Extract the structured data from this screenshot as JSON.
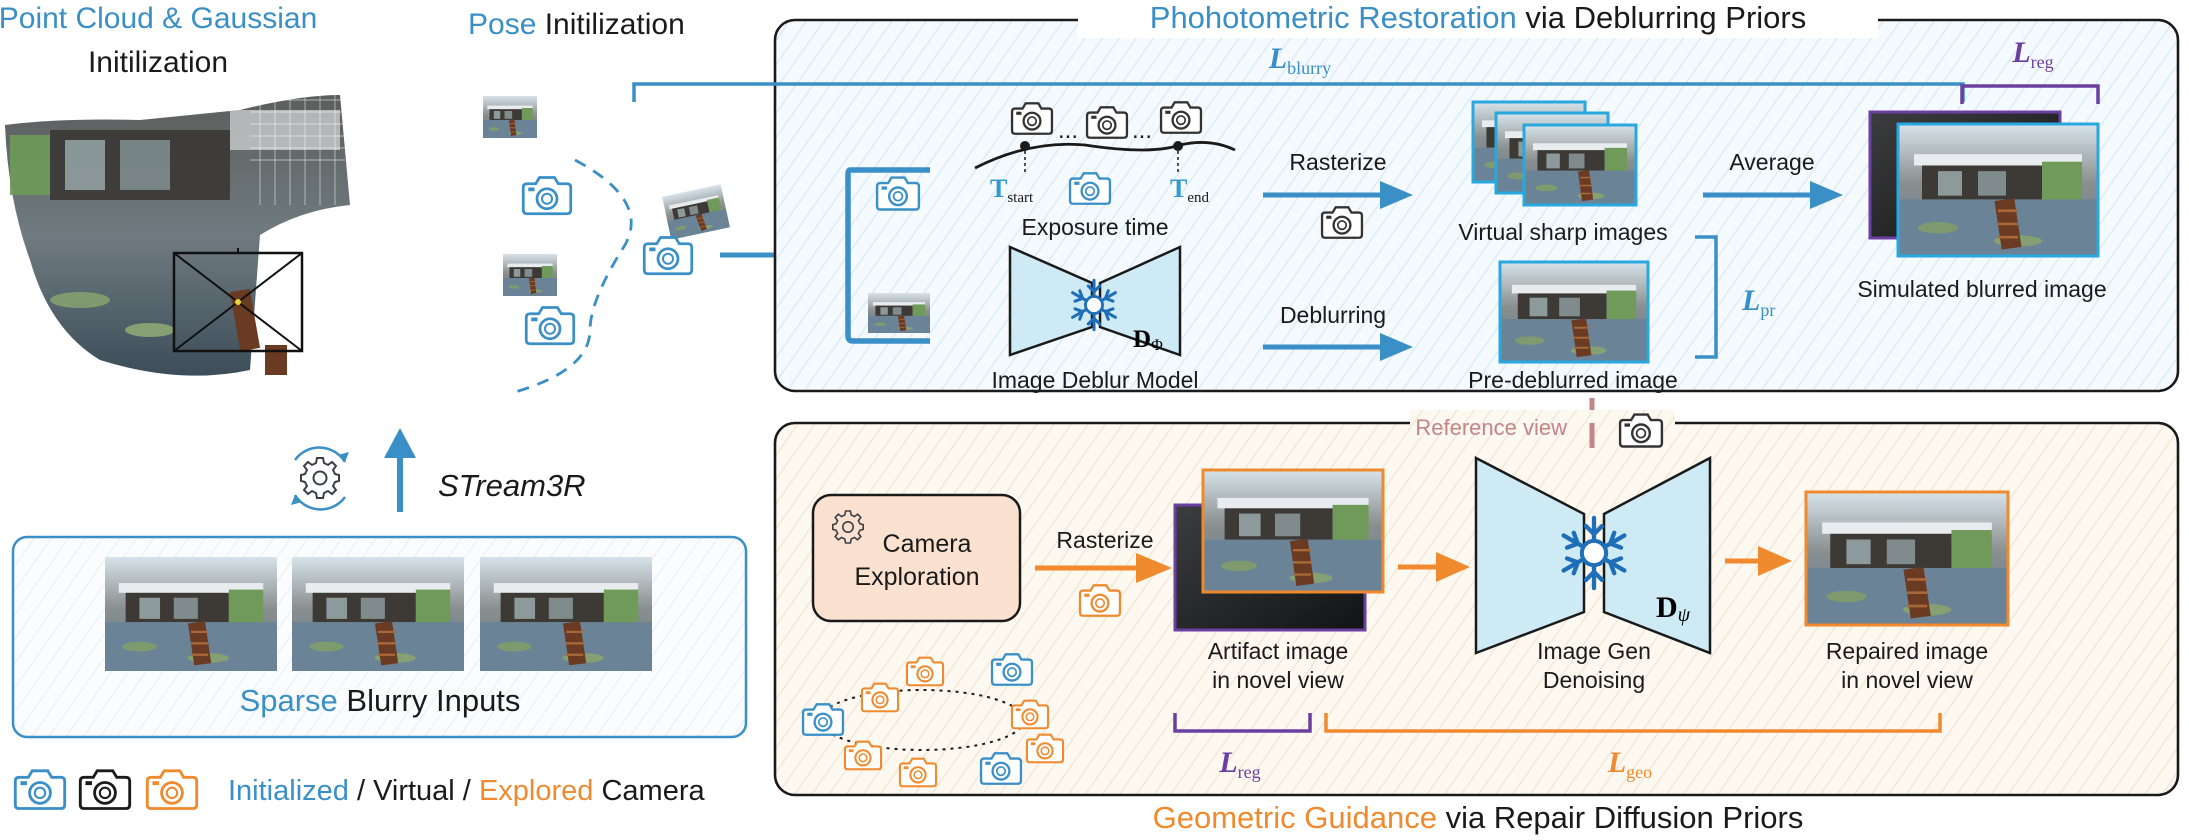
{
  "left": {
    "init_title_1a": "Point Cloud & Gaussian",
    "init_title_2": "Initilization",
    "pose_a": "Pose",
    "pose_b": " Initilization",
    "stream": "STream3R",
    "sparse_a": "Sparse",
    "sparse_b": " Blurry Inputs",
    "legend_a": "Initialized",
    "legend_b": " / Virtual / ",
    "legend_c": "Explored",
    "legend_d": " Camera"
  },
  "top": {
    "title_a": "Phohotometric Restoration",
    "title_b": " via Deblurring Priors",
    "l_blurry_main": "L",
    "l_blurry_sub": "blurry",
    "l_reg_main": "L",
    "l_reg_sub": "reg",
    "dots": "...",
    "t_start_main": "T",
    "t_start_sub": "start",
    "t_end_main": "T",
    "t_end_sub": "end",
    "exposure": "Exposure time",
    "rasterize": "Rasterize",
    "virtual_sharp": "Virtual sharp images",
    "average": "Average",
    "simulated": "Simulated blurred image",
    "d_phi_main": "D",
    "d_phi_sub": "Φ",
    "deblur_model": "Image Deblur Model",
    "deblurring": "Deblurring",
    "pre_deblurred": "Pre-deblurred image",
    "l_pr_main": "L",
    "l_pr_sub": "pr"
  },
  "bottom": {
    "reference_view": "Reference view",
    "cam_explore_1": "Camera",
    "cam_explore_2": "Exploration",
    "rasterize": "Rasterize",
    "artifact_1": "Artifact image",
    "artifact_2": "in novel view",
    "gen_1": "Image Gen",
    "gen_2": "Denoising",
    "d_psi_main": "D",
    "d_psi_sub": "ψ",
    "repaired_1": "Repaired image",
    "repaired_2": "in novel view",
    "l_reg_main": "L",
    "l_reg_sub": "reg",
    "l_geo_main": "L",
    "l_geo_sub": "geo",
    "title_a": "Geometric Guidance",
    "title_b": " via Repair Diffusion Priors"
  },
  "colors": {
    "blue": "#3a8fc6",
    "orange": "#ef8a2e",
    "purple": "#6b3fa0",
    "dark": "#1a1a1a",
    "cyan": "#2f9bd0",
    "mauve": "#c4858a"
  }
}
